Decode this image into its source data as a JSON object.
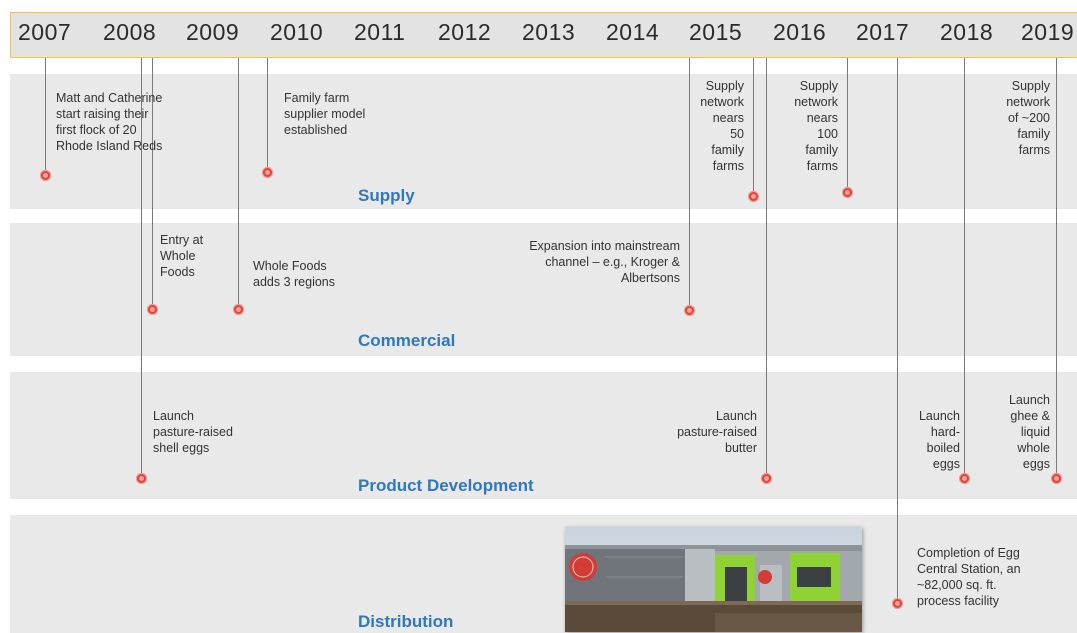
{
  "years": [
    "2007",
    "2008",
    "2009",
    "2010",
    "2011",
    "2012",
    "2013",
    "2014",
    "2015",
    "2016",
    "2017",
    "2018",
    "2019"
  ],
  "bands": {
    "supply": "Supply",
    "commercial": "Commercial",
    "product": "Product Development",
    "distribution": "Distribution"
  },
  "events": {
    "e1": "Matt and Catherine\nstart raising their\nfirst flock of 20\nRhode Island Reds",
    "e2": "Family farm\nsupplier model\nestablished",
    "e3": "Supply\nnetwork\nnears\n50\nfamily\nfarms",
    "e4": "Supply\nnetwork\nnears\n100\nfamily\nfarms",
    "e5": "Supply\nnetwork\nof ~200\nfamily\nfarms",
    "e6": "Entry at\nWhole\nFoods",
    "e7": "Whole Foods\nadds 3 regions",
    "e8": "Expansion into mainstream\nchannel – e.g., Kroger &\nAlbertsons",
    "e9": "Launch\npasture-raised\nshell eggs",
    "e10": "Launch\npasture-raised\nbutter",
    "e11": "Launch\nhard-\nboiled\neggs",
    "e12": "Launch\nghee &\nliquid\nwhole\neggs",
    "e13": "Completion of Egg\nCentral Station, an\n~82,000 sq. ft.\nprocess facility"
  },
  "colors": {
    "accent_blue": "#2f78bf",
    "marker_red": "#e0443b",
    "yearbar_border": "#f2c14e",
    "band_grey": "#e9e9e9"
  }
}
